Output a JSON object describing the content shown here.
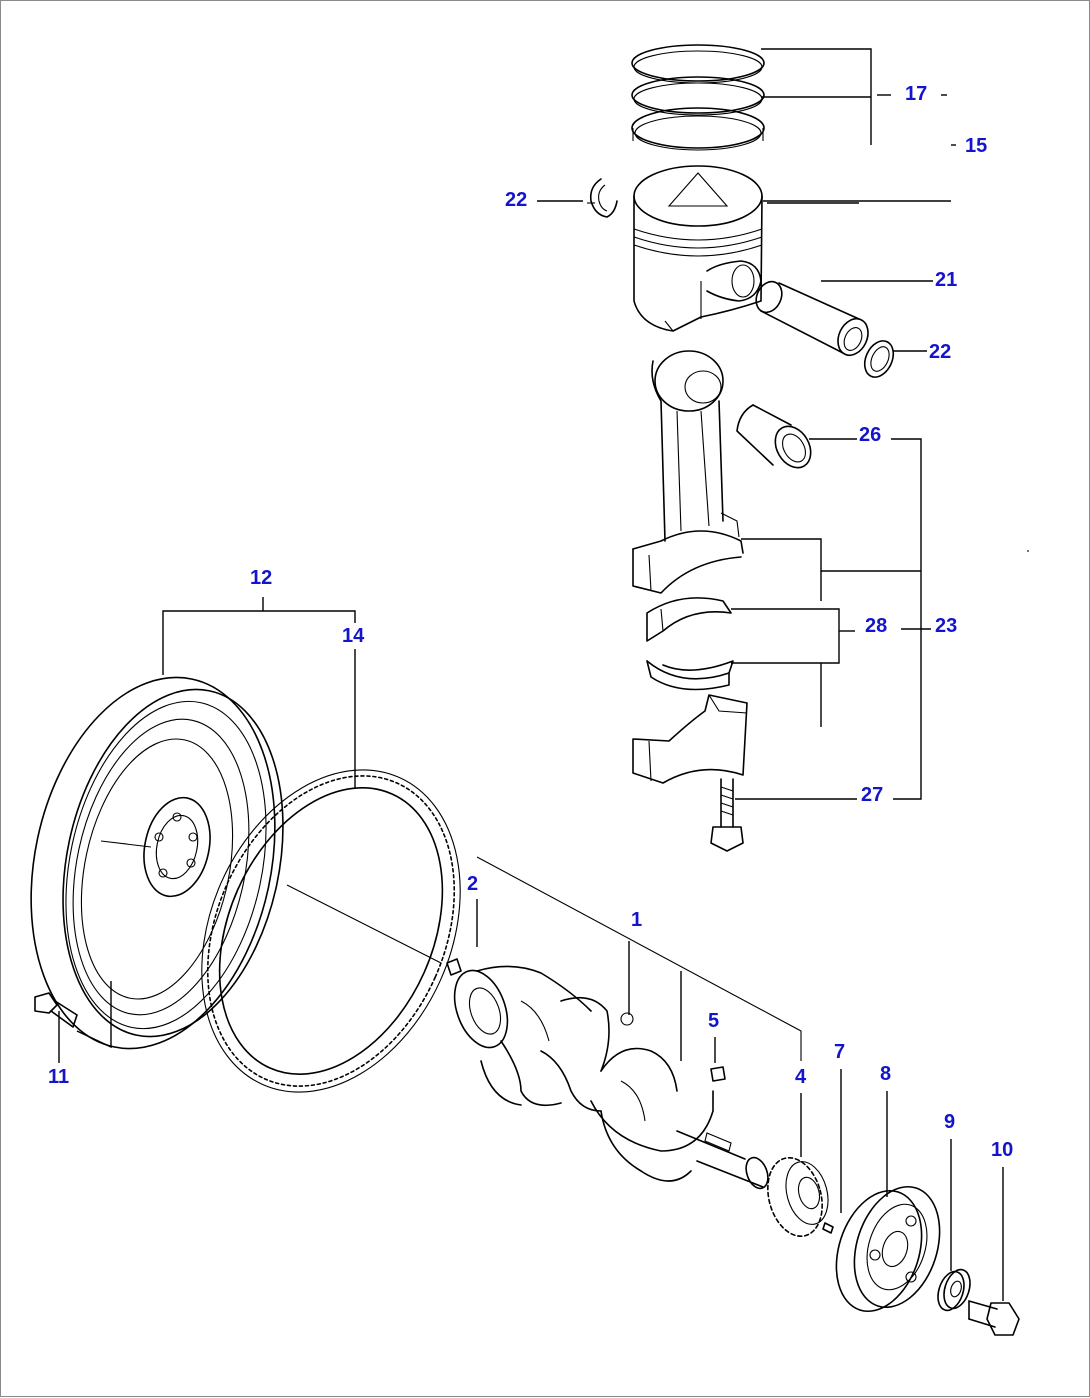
{
  "diagram": {
    "colors": {
      "callout": "#1414cc",
      "linework": "#000000",
      "background": "#ffffff"
    },
    "callouts": [
      {
        "id": "c17",
        "text": "17"
      },
      {
        "id": "c15",
        "text": "15"
      },
      {
        "id": "c22a",
        "text": "22"
      },
      {
        "id": "c21",
        "text": "21"
      },
      {
        "id": "c22b",
        "text": "22"
      },
      {
        "id": "c26",
        "text": "26"
      },
      {
        "id": "c28",
        "text": "28"
      },
      {
        "id": "c23",
        "text": "23"
      },
      {
        "id": "c27",
        "text": "27"
      },
      {
        "id": "c12",
        "text": "12"
      },
      {
        "id": "c14",
        "text": "14"
      },
      {
        "id": "c2",
        "text": "2"
      },
      {
        "id": "c1",
        "text": "1"
      },
      {
        "id": "c5",
        "text": "5"
      },
      {
        "id": "c4",
        "text": "4"
      },
      {
        "id": "c7",
        "text": "7"
      },
      {
        "id": "c8",
        "text": "8"
      },
      {
        "id": "c9",
        "text": "9"
      },
      {
        "id": "c10",
        "text": "10"
      },
      {
        "id": "c11",
        "text": "11"
      }
    ]
  }
}
